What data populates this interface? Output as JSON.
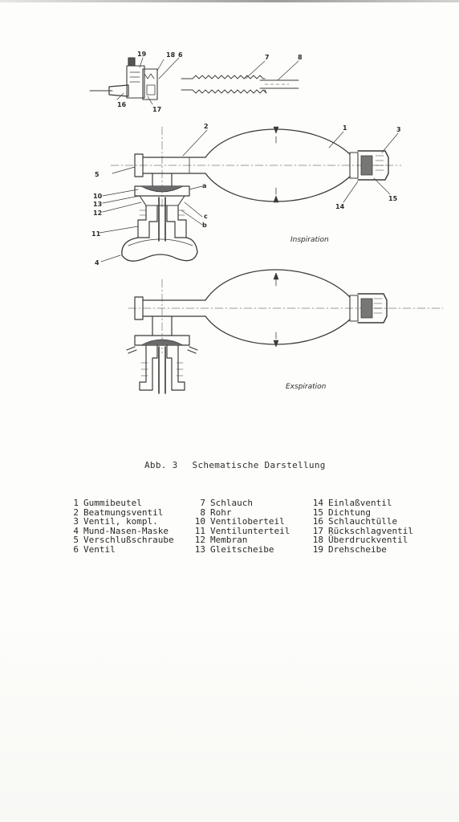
{
  "caption": {
    "figure": "Abb. 3",
    "title": "Schematische Darstellung"
  },
  "diagram": {
    "callouts": {
      "c19": "19",
      "c18": "18",
      "c6": "6",
      "c16": "16",
      "c17": "17",
      "c7": "7",
      "c8": "8",
      "c2": "2",
      "c1": "1",
      "c3": "3",
      "c5": "5",
      "c15": "15",
      "c14": "14",
      "c10": "10",
      "c13": "13",
      "c12": "12",
      "c11": "11",
      "c4": "4",
      "ca": "a",
      "cc": "c",
      "cb": "b"
    },
    "state_inspiration": "Inspiration",
    "state_expiration": "Exspiration"
  },
  "legend": {
    "col1": [
      {
        "num": "1",
        "text": "Gummibeutel"
      },
      {
        "num": "2",
        "text": "Beatmungsventil"
      },
      {
        "num": "3",
        "text": "Ventil, kompl."
      },
      {
        "num": "4",
        "text": "Mund-Nasen-Maske"
      },
      {
        "num": "5",
        "text": "Verschlußschraube"
      },
      {
        "num": "6",
        "text": "Ventil"
      }
    ],
    "col2": [
      {
        "num": "7",
        "text": "Schlauch"
      },
      {
        "num": "8",
        "text": "Rohr"
      },
      {
        "num": "10",
        "text": "Ventiloberteil"
      },
      {
        "num": "11",
        "text": "Ventilunterteil"
      },
      {
        "num": "12",
        "text": "Membran"
      },
      {
        "num": "13",
        "text": "Gleitscheibe"
      }
    ],
    "col3": [
      {
        "num": "14",
        "text": "Einlaßventil"
      },
      {
        "num": "15",
        "text": "Dichtung"
      },
      {
        "num": "16",
        "text": "Schlauchtülle"
      },
      {
        "num": "17",
        "text": "Rückschlagventil"
      },
      {
        "num": "18",
        "text": "Überdruckventil"
      },
      {
        "num": "19",
        "text": "Drehscheibe"
      }
    ]
  }
}
